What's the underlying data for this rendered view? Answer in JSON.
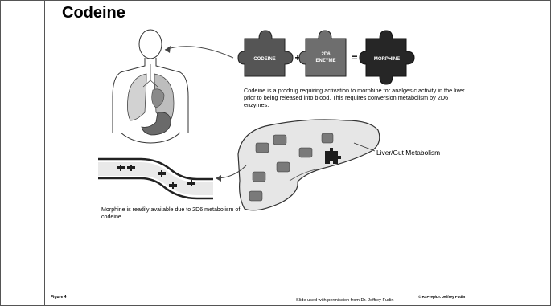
{
  "slide": {
    "title": "Codeine",
    "footer_credit": "Slide used with permission from Dr. Jeffrey Fudin"
  },
  "figure": {
    "puzzle": {
      "piece_codeine": "CODEINE",
      "operator_plus": "+",
      "piece_enzyme_line1": "2D6",
      "piece_enzyme_line2": "ENZYME",
      "operator_equals": "=",
      "piece_morphine": "MORPHINE"
    },
    "caption": "Codeine is a prodrug requiring activation to morphine for analgesic activity in the liver prior to being released into blood. This requires conversion metabolism by 2D6 enzymes.",
    "liver_label": "Liver/Gut Metabolism",
    "morphine_note": "Morphine is readily available due to 2D6 metabolism of codeine",
    "figure_number": "Figure 4",
    "copyright": "© RxPrep/Dr. Jeffrey Fudin"
  },
  "colors": {
    "codeine_piece": "#555555",
    "enzyme_piece": "#6e6e6e",
    "morphine_piece": "#262626",
    "liver_fill": "#e6e6e6",
    "vessel_fill": "#e9e9e9"
  }
}
